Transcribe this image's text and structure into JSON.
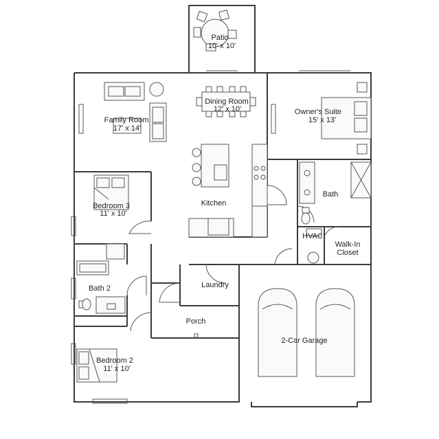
{
  "rooms": {
    "patio": {
      "name": "Patio",
      "size": "10' x 10'"
    },
    "family_room": {
      "name": "Family Room",
      "size": "17' x 14'"
    },
    "dining_room": {
      "name": "Dining Room",
      "size": "12' x 10'"
    },
    "owners_suite": {
      "name": "Owner's Suite",
      "size": "15' x 13'"
    },
    "kitchen": {
      "name": "Kitchen"
    },
    "bedroom3": {
      "name": "Bedroom 3",
      "size": "11' x 10'"
    },
    "bath": {
      "name": "Bath"
    },
    "hvac": {
      "name": "HVAC"
    },
    "walk_in_closet": {
      "line1": "Walk-In",
      "line2": "Closet"
    },
    "bath2": {
      "name": "Bath 2"
    },
    "laundry": {
      "name": "Laundry"
    },
    "porch": {
      "name": "Porch"
    },
    "garage": {
      "name": "2-Car Garage"
    },
    "bedroom2": {
      "name": "Bedroom 2",
      "size": "11' x 10'"
    }
  }
}
